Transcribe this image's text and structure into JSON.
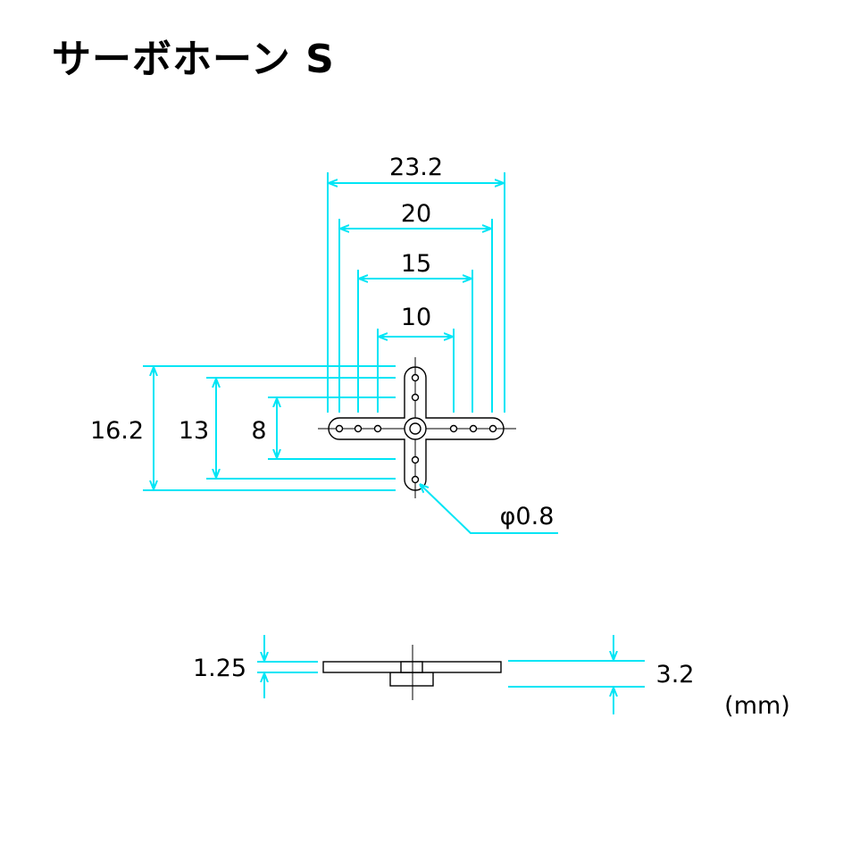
{
  "title": "サーボホーン S",
  "accent_color": "#00e5f5",
  "dimensions": {
    "w_23_2": "23.2",
    "w_20": "20",
    "w_15": "15",
    "w_10": "10",
    "h_16_2": "16.2",
    "h_13": "13",
    "h_8": "8",
    "hole": "φ0.8",
    "thickness": "1.25",
    "height": "3.2"
  },
  "unit": "(mm)"
}
